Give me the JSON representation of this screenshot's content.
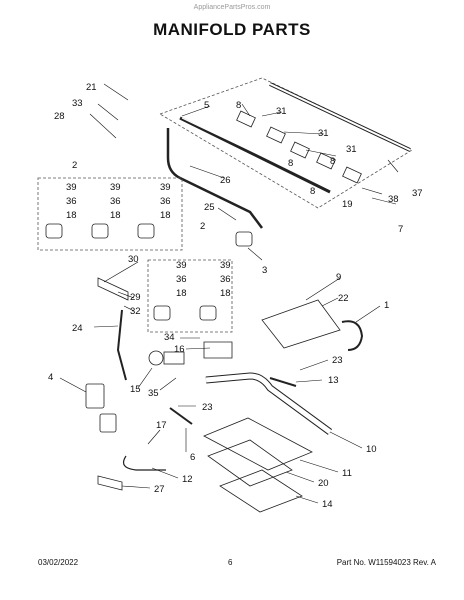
{
  "header": {
    "watermark": "AppliancePartsPros.com",
    "title": "MANIFOLD PARTS"
  },
  "callouts": [
    "21",
    "33",
    "28",
    "5",
    "8",
    "31",
    "31",
    "8",
    "31",
    "8",
    "8",
    "19",
    "38",
    "37",
    "7",
    "2",
    "39",
    "39",
    "39",
    "36",
    "36",
    "36",
    "18",
    "18",
    "18",
    "26",
    "25",
    "2",
    "3",
    "30",
    "39",
    "39",
    "36",
    "36",
    "29",
    "18",
    "18",
    "32",
    "24",
    "9",
    "22",
    "1",
    "34",
    "16",
    "23",
    "13",
    "4",
    "15",
    "35",
    "23",
    "10",
    "17",
    "6",
    "11",
    "12",
    "20",
    "27",
    "14"
  ],
  "footer": {
    "date": "03/02/2022",
    "page": "6",
    "part_number": "Part No. W11594023  Rev. A"
  }
}
